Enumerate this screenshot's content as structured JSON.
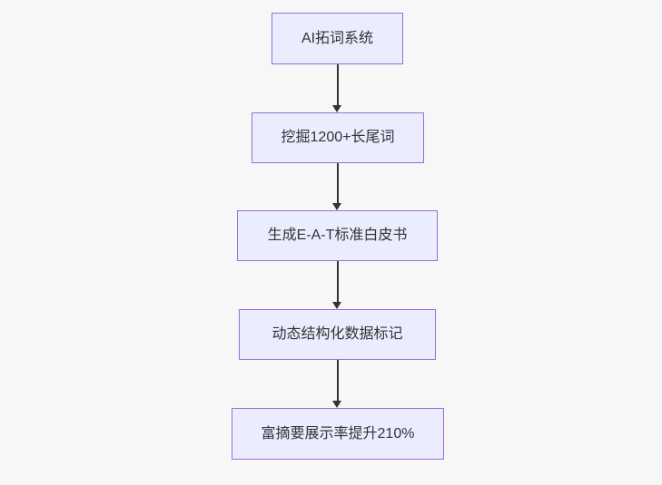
{
  "flowchart": {
    "direction": "top-down",
    "nodes": [
      {
        "id": "node-0",
        "label": "AI拓词系统"
      },
      {
        "id": "node-1",
        "label": "挖掘1200+长尾词"
      },
      {
        "id": "node-2",
        "label": "生成E-A-T标准白皮书"
      },
      {
        "id": "node-3",
        "label": "动态结构化数据标记"
      },
      {
        "id": "node-4",
        "label": "富摘要展示率提升210%"
      }
    ],
    "edges": [
      {
        "from": "AI拓词系统",
        "to": "挖掘1200+长尾词",
        "arrow": "down"
      },
      {
        "from": "挖掘1200+长尾词",
        "to": "生成E-A-T标准白皮书",
        "arrow": "down"
      },
      {
        "from": "生成E-A-T标准白皮书",
        "to": "动态结构化数据标记",
        "arrow": "down"
      },
      {
        "from": "动态结构化数据标记",
        "to": "富摘要展示率提升210%",
        "arrow": "down"
      }
    ],
    "colors": {
      "background": "#f7f7f7",
      "node_fill": "#ECECFF",
      "node_border": "#9370DB",
      "node_text": "#333333",
      "arrow": "#333333"
    }
  }
}
